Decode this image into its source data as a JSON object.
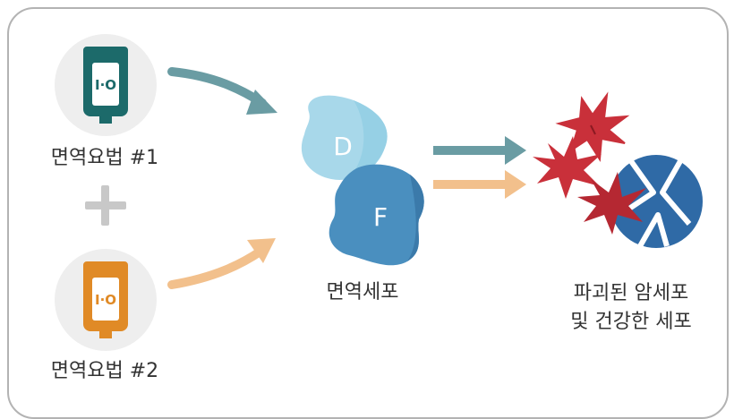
{
  "therapy1": {
    "label": "면역요법 #1",
    "bag_text": "I·O",
    "color": "#1c6a6a"
  },
  "therapy2": {
    "label": "면역요법 #2",
    "bag_text": "I·O",
    "color": "#e08a26"
  },
  "immune_cells": {
    "label": "면역세포",
    "cell_d": {
      "letter": "D",
      "color": "#a8d8ea"
    },
    "cell_f": {
      "letter": "F",
      "color": "#4a8fbf"
    }
  },
  "result": {
    "line1": "파괴된 암세포",
    "line2": "및 건강한 세포"
  },
  "colors": {
    "arrow_teal": "#6a9ca3",
    "arrow_peach": "#f2c08c",
    "plus": "#c8c8c8",
    "cancer_red": "#c9303a",
    "healthy_blue": "#2f6aa6",
    "circle_bg": "#eeeeee",
    "frame": "#b3b3b3"
  },
  "icons": [
    "iv-bag-icon",
    "plus-icon",
    "arrow-icon",
    "immune-cell-icon",
    "cancer-cell-icon",
    "healthy-cell-icon"
  ]
}
